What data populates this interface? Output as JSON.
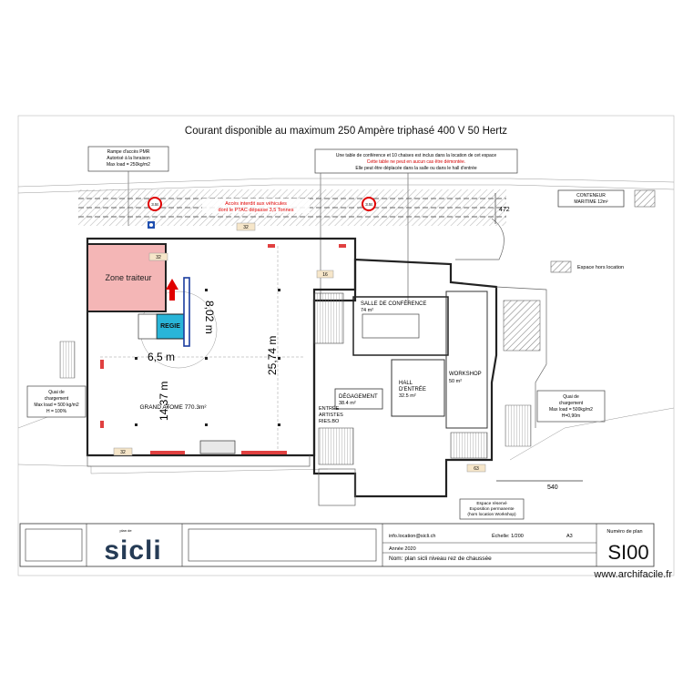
{
  "header": {
    "power_notice": "Courant disponible au maximum 250 Ampère triphasé 400 V 50 Hertz"
  },
  "notes": {
    "ramp_line1": "Rampe d'accès PMR",
    "ramp_line2": "Autorisé à la livraison",
    "ramp_line3": "Max load = 250kg/m2",
    "conference_line1": "Une table de conférence et 10 chaises est inclus dans la location de cet espace",
    "conference_line2": "Cette table ne peut en aucun cas être démontée.",
    "conference_line3": "Elle peut être déplacée dans la salle ou dans le hall d'entrée",
    "vehicle_line1": "Accès interdit aux véhicules",
    "vehicle_line2": "dont le PTAC dépasse 3,5 Tonnes",
    "container_line1": "CONTENEUR",
    "container_line2": "MARITIME 12m²",
    "outside_rental": "Espace hors location",
    "dock_left_line1": "Quai de",
    "dock_left_line2": "chargement",
    "dock_left_line3": "Max load = 500 kg/m2",
    "dock_left_line4": "H = 100%",
    "dock_right_line1": "Quai de",
    "dock_right_line2": "chargement",
    "dock_right_line3": "Max load = 500kg/m2",
    "dock_right_line4": "H=0,90m",
    "reserved_line1": "Espace réservé",
    "reserved_line2": "Exposition permanente",
    "reserved_line3": "(hors location Workshop)"
  },
  "rooms": {
    "zone_traiteur": "Zone traiteur",
    "regie": "REGIE",
    "grand_atome": "GRAND ATOME 770.3m²",
    "salle_conference": "SALLE DE CONFÉRENCE",
    "salle_conference_area": "74 m²",
    "hall_line1": "HALL",
    "hall_line2": "D'ENTRÉE",
    "hall_area": "32.5 m²",
    "workshop": "WORKSHOP",
    "workshop_area": "50 m²",
    "degagement": "DÉGAGEMENT",
    "degagement_area": "38.4 m²",
    "entree_line1": "ENTRÉE",
    "entree_line2": "ARTISTES",
    "entree_line3": "RIES.BO"
  },
  "dimensions": {
    "d_802": "8,02 m",
    "d_65": "6,5 m",
    "d_2574": "25,74 m",
    "d_1437": "14,37 m",
    "d_472": "472",
    "d_540": "540"
  },
  "markers": {
    "speed_left": "3.5t",
    "speed_right": "3.5t",
    "label_a": "32",
    "label_b": "32",
    "label_c": "32",
    "label_d": "16",
    "label_e": "63"
  },
  "title_block": {
    "logo_small": "plan de",
    "logo": "sicli",
    "email": "info.location@sicli.ch",
    "scale": "Échelle: 1/200",
    "format": "A3",
    "year": "Année 2020",
    "name": "Nom: plan sicli niveau rez de chaussée",
    "plan_number_label": "Numéro de plan",
    "plan_number": "SI00"
  },
  "watermark": "www.archifacile.fr",
  "colors": {
    "traiteur_fill": "#f4b6b6",
    "traiteur_border": "#d40000",
    "regie_fill": "#29b5d8",
    "arrow_red": "#e00000",
    "marker_red": "#e04040",
    "hatch": "#888888"
  }
}
